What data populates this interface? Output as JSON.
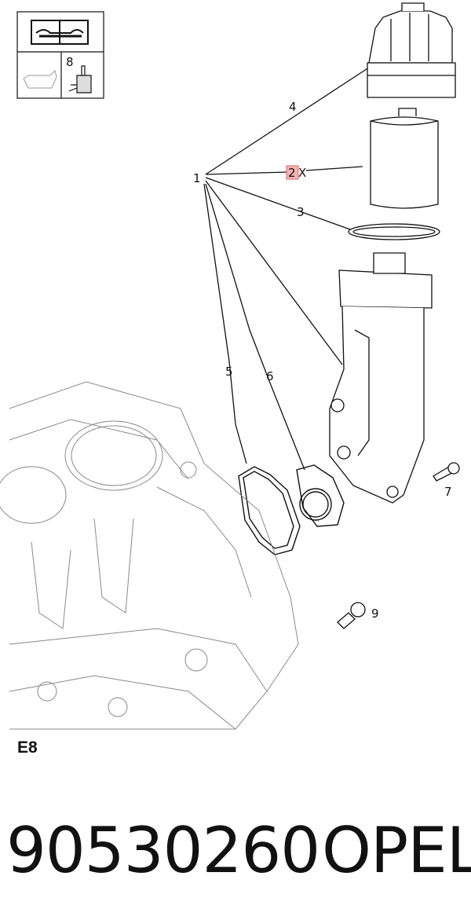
{
  "legend": {
    "icon_book": "repair-manual-icon",
    "icon_left": "oil-can-icon",
    "icon_right": "grease-gun-icon",
    "ref": "8"
  },
  "callouts": {
    "c1": "1",
    "c2": "2",
    "c2_suffix": "X",
    "c3": "3",
    "c4": "4",
    "c5": "5",
    "c6": "6",
    "c7": "7",
    "c9": "9"
  },
  "section_code": "E8",
  "footer": {
    "part_number": "90530260",
    "brand": "OPEL"
  },
  "colors": {
    "line": "#111111",
    "engine_line": "#8a8a8a",
    "highlight_fill": "#f4b3b3",
    "highlight_stroke": "#d46a6a"
  }
}
